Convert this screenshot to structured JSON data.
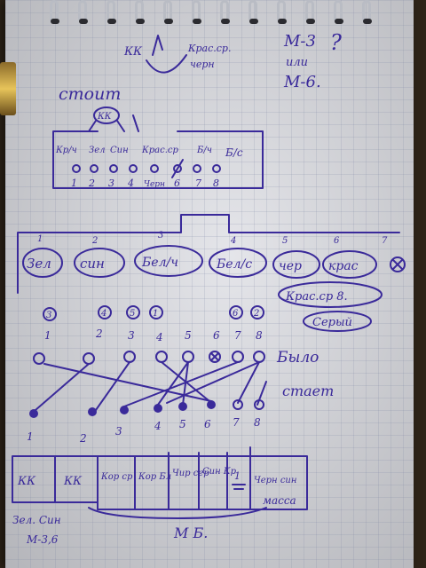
{
  "top_note": {
    "left": "КК",
    "right_top": "Крас.ср.",
    "right_bottom": "черн"
  },
  "question": {
    "line1": "М-3",
    "line2": "или",
    "line3": "М-6.",
    "mark": "?"
  },
  "stands_label": "стоит",
  "top_box": {
    "badge": "КК",
    "labels": [
      "Кр/ч",
      "Зел",
      "Син",
      "Крас.ср",
      "Б/ч",
      "Б/с"
    ],
    "numbers": [
      "1",
      "2",
      "3",
      "4",
      "Черн",
      "6",
      "7",
      "8"
    ]
  },
  "middle_row": {
    "numbers": [
      "1",
      "2",
      "3",
      "4",
      "5",
      "6",
      "7"
    ],
    "pills": [
      "Зел",
      "син",
      "Бел/ч",
      "Бел/с",
      "чер",
      "крас"
    ],
    "side_note_1": "Крас.ср 8.",
    "side_note_2": "Серый"
  },
  "circled_row": [
    "3",
    "4",
    "5",
    "1",
    "6",
    "2"
  ],
  "numbers_row": [
    "1",
    "2",
    "3",
    "4",
    "5",
    "6",
    "7",
    "8"
  ],
  "was_label": "Было",
  "becomes_label": "стает",
  "bottom_numbers": [
    "1",
    "2",
    "3",
    "4",
    "5",
    "6",
    "7",
    "8"
  ],
  "bottom_box": {
    "cells": [
      "КК",
      "КК",
      "Кор ср",
      "Кор Бл",
      "Чир сер",
      "Син Кр",
      "1",
      "Черн син"
    ],
    "mass_label": "масса"
  },
  "bottom_left_note": {
    "line1": "Зел. Син",
    "line2": "М-3,6"
  },
  "bottom_center": "М Б."
}
